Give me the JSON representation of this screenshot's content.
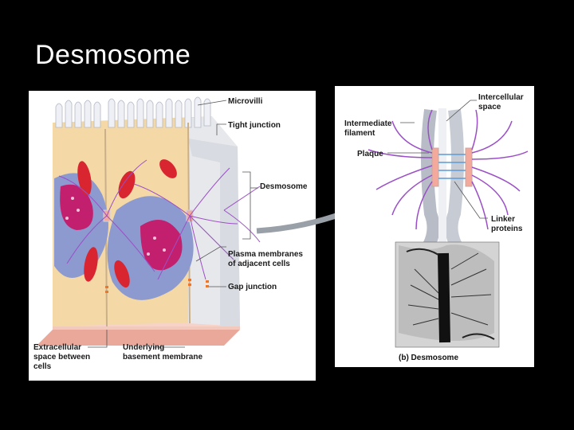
{
  "slide": {
    "title": "Desmosome"
  },
  "left_panel": {
    "labels": {
      "microvilli": "Microvilli",
      "tight_junction": "Tight junction",
      "desmosome": "Desmosome",
      "plasma_line1": "Plasma membranes",
      "plasma_line2": "of adjacent cells",
      "gap_junction": "Gap junction",
      "extra_line1": "Extracellular",
      "extra_line2": "space between",
      "extra_line3": "cells",
      "basement_line1": "Underlying",
      "basement_line2": "basement membrane"
    }
  },
  "right_panel": {
    "labels": {
      "intercellular_line1": "Intercellular",
      "intercellular_line2": "space",
      "intermediate_line1": "Intermediate",
      "intermediate_line2": "filament",
      "plaque": "Plaque",
      "linker_line1": "Linker",
      "linker_line2": "proteins"
    },
    "micrograph_caption": "(b) Desmosome"
  },
  "colors": {
    "cytoplasm": "#f4d9a6",
    "nucleus": "#8d9ad0",
    "chromatin": "#c2206e",
    "mitochondria": "#d8252f",
    "filament": "#9b4fc6",
    "plaque": "#f3a99b"
  }
}
